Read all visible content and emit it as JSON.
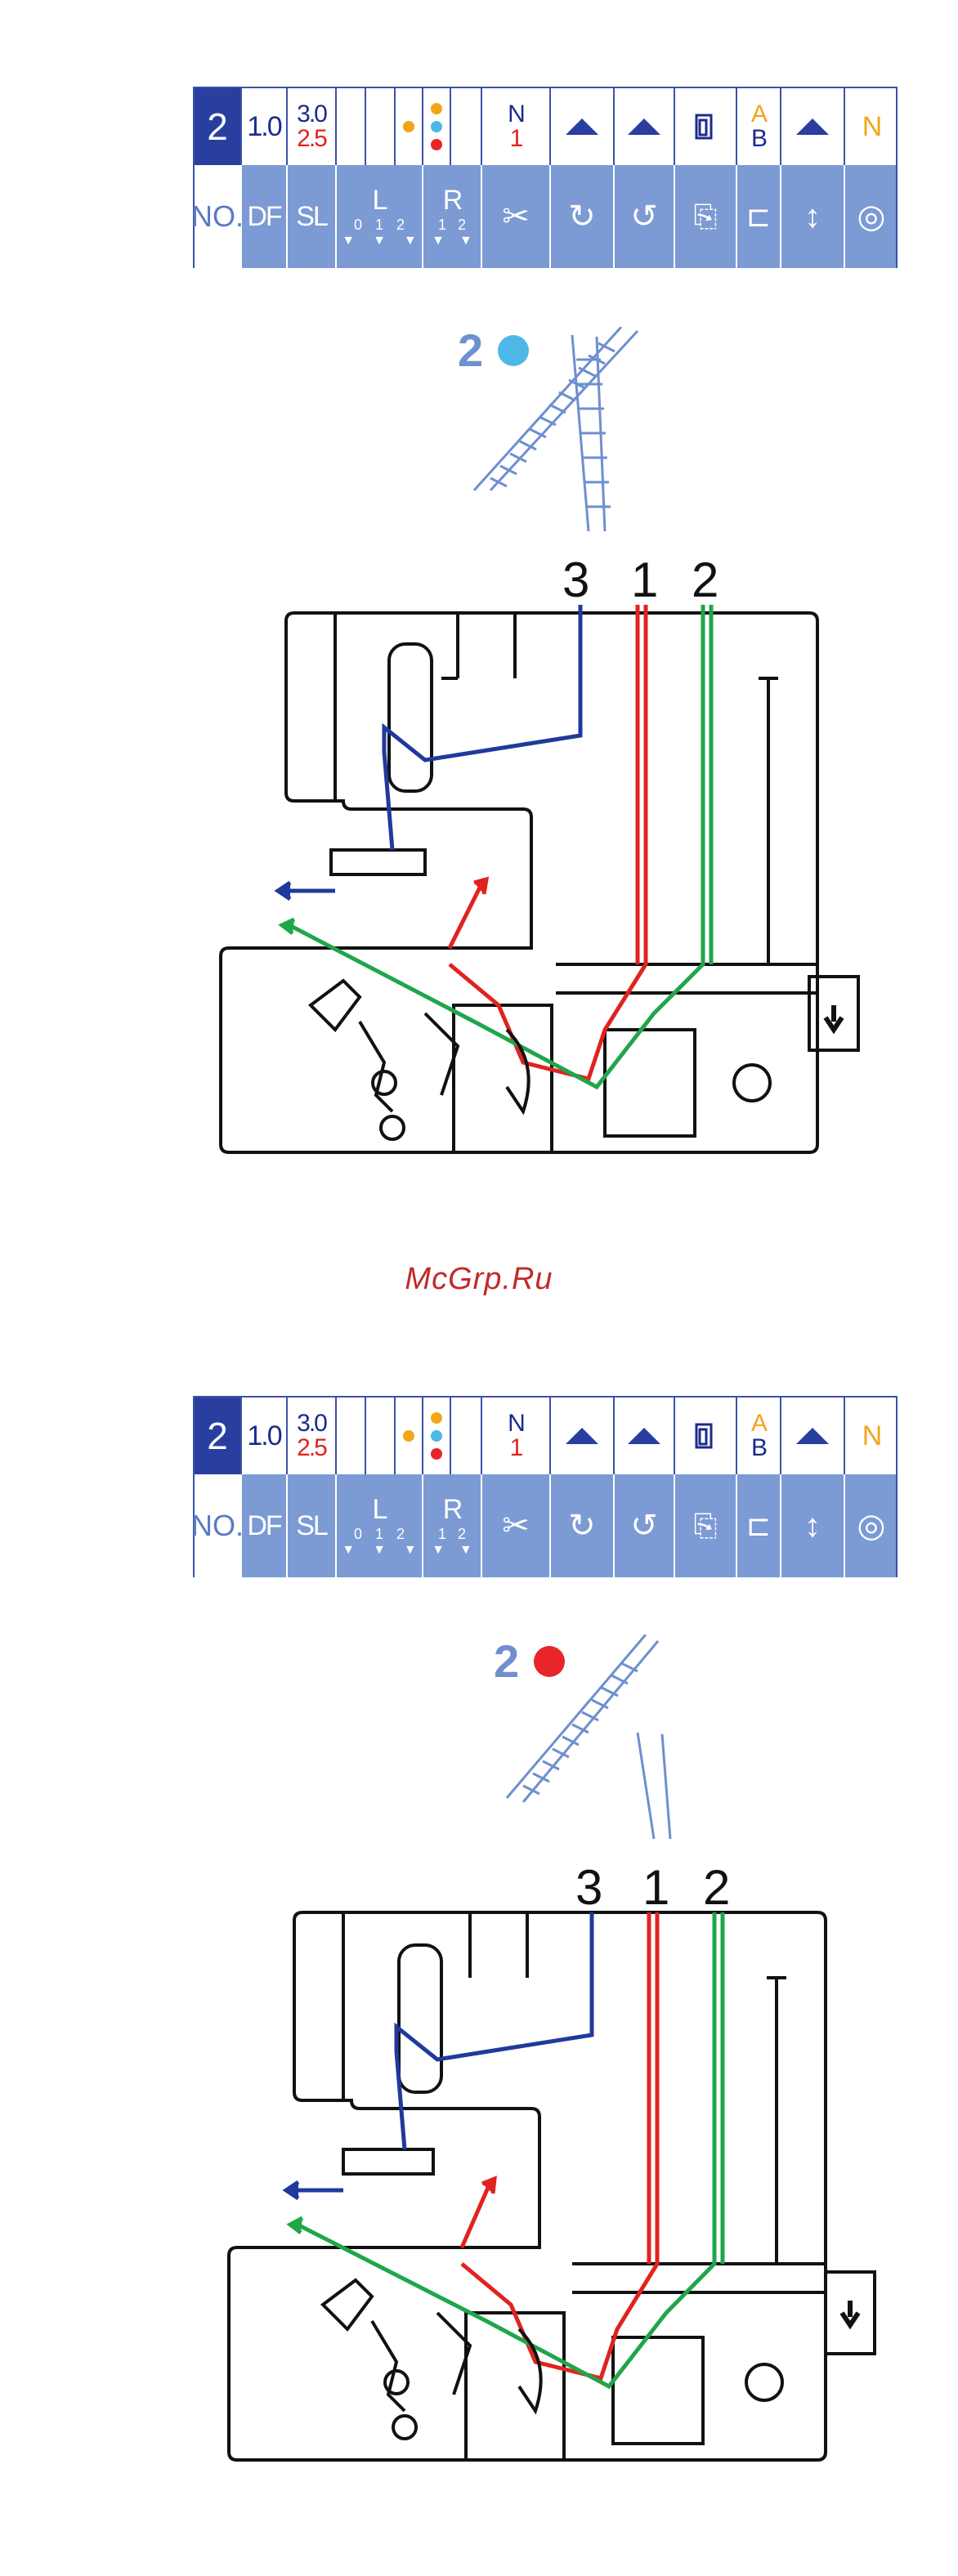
{
  "panels": [
    {
      "table": {
        "number": "2",
        "diff_feed": "1.0",
        "stitch_top": "3.0",
        "stitch_bottom": "2.5",
        "needle_label_top": "N",
        "needle_label_bottom": "1",
        "plate_top": "A",
        "plate_bottom": "B",
        "last_label": "N",
        "no_label": "NO.",
        "df_label": "DF",
        "sl_label": "SL",
        "left_label": "L",
        "left_sub": [
          "0",
          "1",
          "2"
        ],
        "right_label": "R",
        "right_sub": [
          "1",
          "2"
        ]
      },
      "mark": {
        "number": "2",
        "color": "#4db8e8"
      },
      "labels": [
        "3",
        "1",
        "2"
      ]
    },
    {
      "table": {
        "number": "2",
        "diff_feed": "1.0",
        "stitch_top": "3.0",
        "stitch_bottom": "2.5",
        "needle_label_top": "N",
        "needle_label_bottom": "1",
        "plate_top": "A",
        "plate_bottom": "B",
        "last_label": "N",
        "no_label": "NO.",
        "df_label": "DF",
        "sl_label": "SL",
        "left_label": "L",
        "left_sub": [
          "0",
          "1",
          "2"
        ],
        "right_label": "R",
        "right_sub": [
          "1",
          "2"
        ]
      },
      "mark": {
        "number": "2",
        "color": "#e8262a"
      },
      "labels": [
        "3",
        "1",
        "2"
      ]
    }
  ],
  "watermark": "McGrp.Ru",
  "colors": {
    "blue": "#1f3a9c",
    "red": "#e0231f",
    "green": "#20a64a",
    "table_bg": "#7c9ad4"
  }
}
